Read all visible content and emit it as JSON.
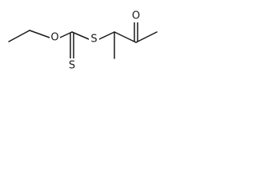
{
  "molecule": {
    "atoms": {
      "ether_oxygen": "O",
      "thioether_sulfur": "S",
      "thione_sulfur": "S",
      "carbonyl_oxygen": "O"
    }
  }
}
